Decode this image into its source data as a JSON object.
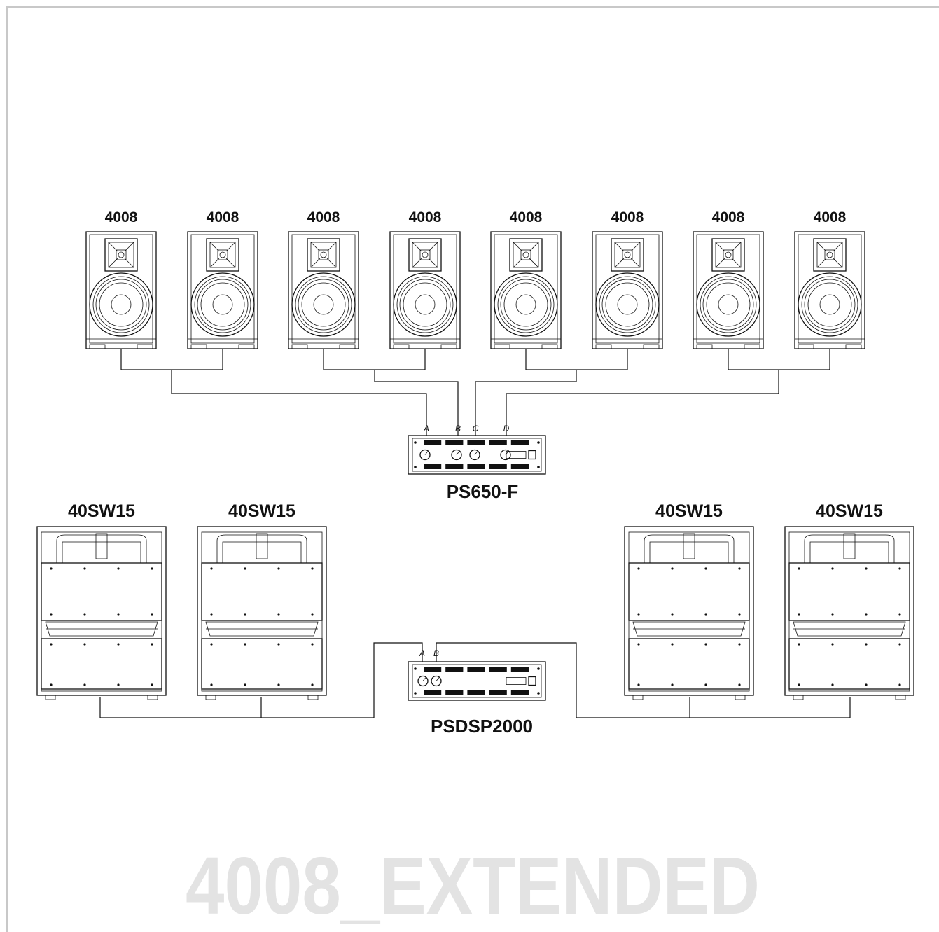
{
  "diagram": {
    "full_range_speakers": [
      {
        "model": "4008"
      },
      {
        "model": "4008"
      },
      {
        "model": "4008"
      },
      {
        "model": "4008"
      },
      {
        "model": "4008"
      },
      {
        "model": "4008"
      },
      {
        "model": "4008"
      },
      {
        "model": "4008"
      }
    ],
    "subwoofers": [
      {
        "model": "40SW15"
      },
      {
        "model": "40SW15"
      },
      {
        "model": "40SW15"
      },
      {
        "model": "40SW15"
      }
    ],
    "top_amplifier": {
      "model": "PS650-F",
      "channels": [
        "A",
        "B",
        "C",
        "D"
      ]
    },
    "sub_amplifier": {
      "model": "PSDSP2000",
      "channels": [
        "A",
        "B"
      ]
    },
    "watermark": "4008_EXTENDED"
  }
}
